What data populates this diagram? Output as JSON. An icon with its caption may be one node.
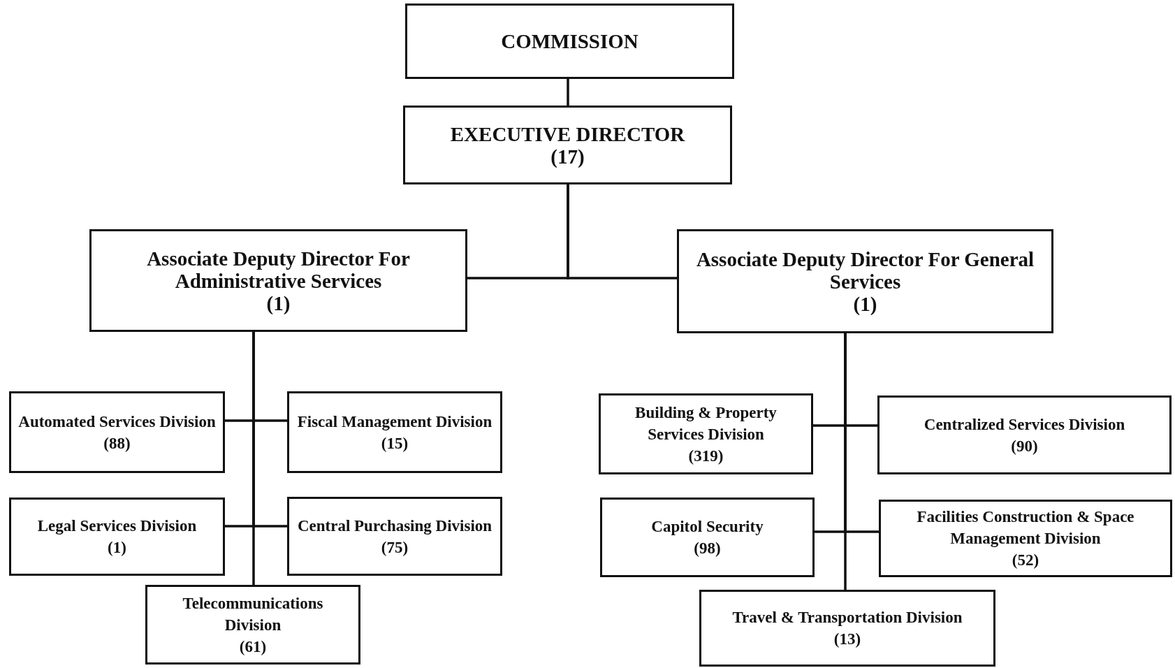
{
  "diagram": {
    "nodes": [
      {
        "text": [
          "COMMISSION"
        ]
      },
      {
        "text": [
          "EXECUTIVE DIRECTOR",
          "(17)"
        ]
      },
      {
        "text": [
          "Associate Deputy Director For Administrative Services",
          "(1)"
        ]
      },
      {
        "text": [
          "Associate Deputy Director For General Services",
          "(1)"
        ]
      },
      {
        "text": [
          "Automated Services Division",
          "(88)"
        ]
      },
      {
        "text": [
          "Fiscal Management Division",
          "(15)"
        ]
      },
      {
        "text": [
          "Legal Services Division",
          "(1)"
        ]
      },
      {
        "text": [
          "Central Purchasing Division",
          "(75)"
        ]
      },
      {
        "text": [
          "Telecommunications Division",
          "(61)"
        ]
      },
      {
        "text": [
          "Building & Property Services Division",
          "(319)"
        ]
      },
      {
        "text": [
          "Centralized Services Division",
          "(90)"
        ]
      },
      {
        "text": [
          "Capitol Security",
          "(98)"
        ]
      },
      {
        "text": [
          "Facilities Construction & Space Management Division",
          "(52)"
        ]
      },
      {
        "text": [
          "Travel & Transportation Division",
          "(13)"
        ]
      }
    ],
    "edges": [
      {
        "from": 0,
        "to": 1,
        "arrow": "none"
      },
      {
        "from": 1,
        "to": 2,
        "arrow": "none"
      },
      {
        "from": 1,
        "to": 3,
        "arrow": "none"
      },
      {
        "from": 2,
        "to": 4,
        "arrow": "none"
      },
      {
        "from": 2,
        "to": 5,
        "arrow": "none"
      },
      {
        "from": 2,
        "to": 6,
        "arrow": "none"
      },
      {
        "from": 2,
        "to": 7,
        "arrow": "none"
      },
      {
        "from": 2,
        "to": 8,
        "arrow": "none"
      },
      {
        "from": 3,
        "to": 9,
        "arrow": "none"
      },
      {
        "from": 3,
        "to": 10,
        "arrow": "none"
      },
      {
        "from": 3,
        "to": 11,
        "arrow": "none"
      },
      {
        "from": 3,
        "to": 12,
        "arrow": "none"
      },
      {
        "from": 3,
        "to": 13,
        "arrow": "none"
      }
    ]
  }
}
